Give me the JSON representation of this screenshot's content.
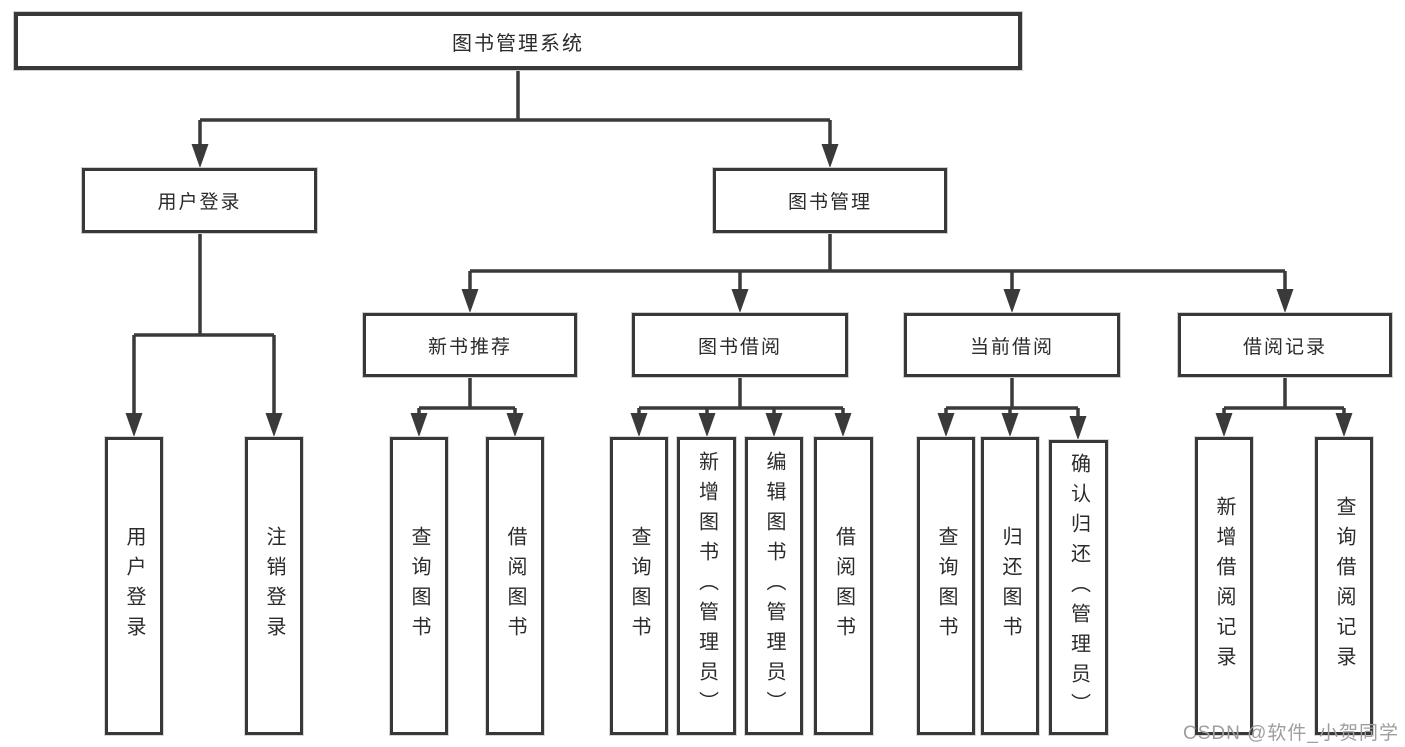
{
  "tree": {
    "root": {
      "label": "图书管理系统",
      "children": [
        {
          "label": "用户登录",
          "children": [
            {
              "label": "用户登录"
            },
            {
              "label": "注销登录"
            }
          ]
        },
        {
          "label": "图书管理",
          "children": [
            {
              "label": "新书推荐",
              "children": [
                {
                  "label": "查询图书"
                },
                {
                  "label": "借阅图书"
                }
              ]
            },
            {
              "label": "图书借阅",
              "children": [
                {
                  "label": "查询图书"
                },
                {
                  "label": "新增图书（管理员）"
                },
                {
                  "label": "编辑图书（管理员）"
                },
                {
                  "label": "借阅图书"
                }
              ]
            },
            {
              "label": "当前借阅",
              "children": [
                {
                  "label": "查询图书"
                },
                {
                  "label": "归还图书"
                },
                {
                  "label": "确认归还（管理员）"
                }
              ]
            },
            {
              "label": "借阅记录",
              "children": [
                {
                  "label": "新增借阅记录"
                },
                {
                  "label": "查询借阅记录"
                }
              ]
            }
          ]
        }
      ]
    }
  },
  "watermark": {
    "text": "CSDN @软件_小贺同学"
  },
  "colors": {
    "background": "#ffffff",
    "box_border": "#383838",
    "box_fill": "#ffffff",
    "line": "#3a3a3a",
    "text": "#2b2b2b",
    "watermark": "#9e9e9e"
  }
}
